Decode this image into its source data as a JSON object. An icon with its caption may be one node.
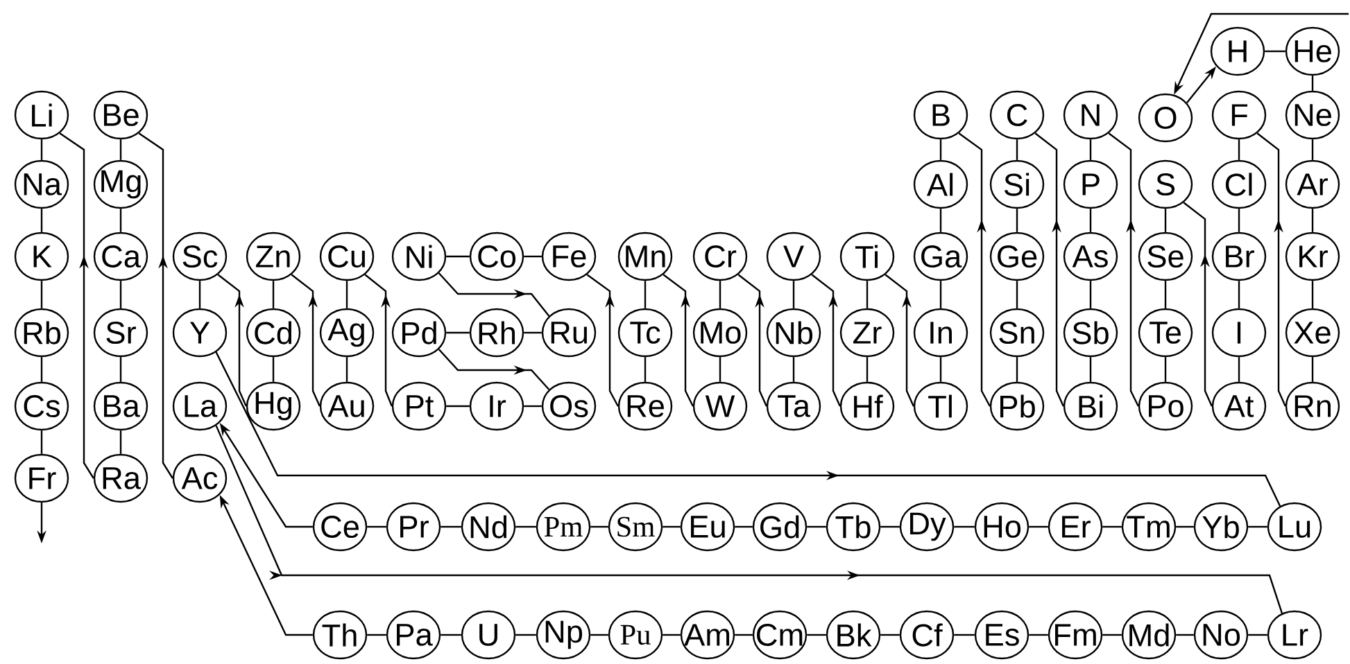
{
  "diagram": {
    "nodes": [
      {
        "text": [
          "H"
        ]
      },
      {
        "text": [
          "He"
        ]
      },
      {
        "text": [
          "Li"
        ]
      },
      {
        "text": [
          "Be"
        ]
      },
      {
        "text": [
          "B"
        ]
      },
      {
        "text": [
          "C"
        ]
      },
      {
        "text": [
          "N"
        ]
      },
      {
        "text": [
          "O"
        ]
      },
      {
        "text": [
          "F"
        ]
      },
      {
        "text": [
          "Ne"
        ]
      },
      {
        "text": [
          "Na"
        ]
      },
      {
        "text": [
          "Mg"
        ]
      },
      {
        "text": [
          "Al"
        ]
      },
      {
        "text": [
          "Si"
        ]
      },
      {
        "text": [
          "P"
        ]
      },
      {
        "text": [
          "S"
        ]
      },
      {
        "text": [
          "Cl"
        ]
      },
      {
        "text": [
          "Ar"
        ]
      },
      {
        "text": [
          "K"
        ]
      },
      {
        "text": [
          "Ca"
        ]
      },
      {
        "text": [
          "Sc"
        ]
      },
      {
        "text": [
          "Zn"
        ]
      },
      {
        "text": [
          "Cu"
        ]
      },
      {
        "text": [
          "Ni"
        ]
      },
      {
        "text": [
          "Co"
        ]
      },
      {
        "text": [
          "Fe"
        ]
      },
      {
        "text": [
          "Mn"
        ]
      },
      {
        "text": [
          "Cr"
        ]
      },
      {
        "text": [
          "V"
        ]
      },
      {
        "text": [
          "Ti"
        ]
      },
      {
        "text": [
          "Ga"
        ]
      },
      {
        "text": [
          "Ge"
        ]
      },
      {
        "text": [
          "As"
        ]
      },
      {
        "text": [
          "Se"
        ]
      },
      {
        "text": [
          "Br"
        ]
      },
      {
        "text": [
          "Kr"
        ]
      },
      {
        "text": [
          "Rb"
        ]
      },
      {
        "text": [
          "Sr"
        ]
      },
      {
        "text": [
          "Y"
        ]
      },
      {
        "text": [
          "Cd"
        ]
      },
      {
        "text": [
          "Ag"
        ]
      },
      {
        "text": [
          "Pd"
        ]
      },
      {
        "text": [
          "Rh"
        ]
      },
      {
        "text": [
          "Ru"
        ]
      },
      {
        "text": [
          "Tc"
        ]
      },
      {
        "text": [
          "Mo"
        ]
      },
      {
        "text": [
          "Nb"
        ]
      },
      {
        "text": [
          "Zr"
        ]
      },
      {
        "text": [
          "In"
        ]
      },
      {
        "text": [
          "Sn"
        ]
      },
      {
        "text": [
          "Sb"
        ]
      },
      {
        "text": [
          "Te"
        ]
      },
      {
        "text": [
          "I"
        ]
      },
      {
        "text": [
          "Xe"
        ]
      },
      {
        "text": [
          "Cs"
        ]
      },
      {
        "text": [
          "Ba"
        ]
      },
      {
        "text": [
          "La"
        ]
      },
      {
        "text": [
          "Hg"
        ]
      },
      {
        "text": [
          "Au"
        ]
      },
      {
        "text": [
          "Pt"
        ]
      },
      {
        "text": [
          "Ir"
        ]
      },
      {
        "text": [
          "Os"
        ]
      },
      {
        "text": [
          "Re"
        ]
      },
      {
        "text": [
          "W"
        ]
      },
      {
        "text": [
          "Ta"
        ]
      },
      {
        "text": [
          "Hf"
        ]
      },
      {
        "text": [
          "Tl"
        ]
      },
      {
        "text": [
          "Pb"
        ]
      },
      {
        "text": [
          "Bi"
        ]
      },
      {
        "text": [
          "Po"
        ]
      },
      {
        "text": [
          "At"
        ]
      },
      {
        "text": [
          "Rn"
        ]
      },
      {
        "text": [
          "Fr"
        ]
      },
      {
        "text": [
          "Ra"
        ]
      },
      {
        "text": [
          "Ac"
        ]
      },
      {
        "text": [
          "Ce"
        ]
      },
      {
        "text": [
          "Pr"
        ]
      },
      {
        "text": [
          "Nd"
        ]
      },
      {
        "text": [
          "Pm"
        ]
      },
      {
        "text": [
          "Sm"
        ]
      },
      {
        "text": [
          "Eu"
        ]
      },
      {
        "text": [
          "Gd"
        ]
      },
      {
        "text": [
          "Tb"
        ]
      },
      {
        "text": [
          "Dy"
        ]
      },
      {
        "text": [
          "Ho"
        ]
      },
      {
        "text": [
          "Er"
        ]
      },
      {
        "text": [
          "Tm"
        ]
      },
      {
        "text": [
          "Yb"
        ]
      },
      {
        "text": [
          "Lu"
        ]
      },
      {
        "text": [
          "Th"
        ]
      },
      {
        "text": [
          "Pa"
        ]
      },
      {
        "text": [
          "U"
        ]
      },
      {
        "text": [
          "Np"
        ]
      },
      {
        "text": [
          "Pu"
        ]
      },
      {
        "text": [
          "Am"
        ]
      },
      {
        "text": [
          "Cm"
        ]
      },
      {
        "text": [
          "Bk"
        ]
      },
      {
        "text": [
          "Cf"
        ]
      },
      {
        "text": [
          "Es"
        ]
      },
      {
        "text": [
          "Fm"
        ]
      },
      {
        "text": [
          "Md"
        ]
      },
      {
        "text": [
          "No"
        ]
      },
      {
        "text": [
          "Lr"
        ]
      }
    ],
    "edges": [
      {
        "from": 0,
        "to": 1,
        "arrow": "none"
      },
      {
        "from": 1,
        "to": 9,
        "arrow": "none"
      },
      {
        "from": 9,
        "to": 17,
        "arrow": "none"
      },
      {
        "from": 17,
        "to": 35,
        "arrow": "none"
      },
      {
        "from": 35,
        "to": 53,
        "arrow": "none"
      },
      {
        "from": 53,
        "to": 71,
        "arrow": "none"
      },
      {
        "from": 8,
        "to": 16,
        "arrow": "none"
      },
      {
        "from": 16,
        "to": 34,
        "arrow": "none"
      },
      {
        "from": 34,
        "to": 52,
        "arrow": "none"
      },
      {
        "from": 52,
        "to": 70,
        "arrow": "none"
      },
      {
        "from": 15,
        "to": 33,
        "arrow": "none"
      },
      {
        "from": 33,
        "to": 51,
        "arrow": "none"
      },
      {
        "from": 51,
        "to": 69,
        "arrow": "none"
      },
      {
        "from": 6,
        "to": 14,
        "arrow": "none"
      },
      {
        "from": 14,
        "to": 32,
        "arrow": "none"
      },
      {
        "from": 32,
        "to": 50,
        "arrow": "none"
      },
      {
        "from": 50,
        "to": 68,
        "arrow": "none"
      },
      {
        "from": 5,
        "to": 13,
        "arrow": "none"
      },
      {
        "from": 13,
        "to": 31,
        "arrow": "none"
      },
      {
        "from": 31,
        "to": 49,
        "arrow": "none"
      },
      {
        "from": 49,
        "to": 67,
        "arrow": "none"
      },
      {
        "from": 4,
        "to": 12,
        "arrow": "none"
      },
      {
        "from": 12,
        "to": 30,
        "arrow": "none"
      },
      {
        "from": 30,
        "to": 48,
        "arrow": "none"
      },
      {
        "from": 48,
        "to": 66,
        "arrow": "none"
      },
      {
        "from": 29,
        "to": 47,
        "arrow": "none"
      },
      {
        "from": 47,
        "to": 65,
        "arrow": "none"
      },
      {
        "from": 28,
        "to": 46,
        "arrow": "none"
      },
      {
        "from": 46,
        "to": 64,
        "arrow": "none"
      },
      {
        "from": 27,
        "to": 45,
        "arrow": "none"
      },
      {
        "from": 45,
        "to": 63,
        "arrow": "none"
      },
      {
        "from": 26,
        "to": 44,
        "arrow": "none"
      },
      {
        "from": 44,
        "to": 62,
        "arrow": "none"
      },
      {
        "from": 23,
        "to": 24,
        "arrow": "none"
      },
      {
        "from": 24,
        "to": 25,
        "arrow": "none"
      },
      {
        "from": 41,
        "to": 42,
        "arrow": "none"
      },
      {
        "from": 42,
        "to": 43,
        "arrow": "none"
      },
      {
        "from": 59,
        "to": 60,
        "arrow": "none"
      },
      {
        "from": 60,
        "to": 61,
        "arrow": "none"
      },
      {
        "from": 22,
        "to": 40,
        "arrow": "none"
      },
      {
        "from": 40,
        "to": 58,
        "arrow": "none"
      },
      {
        "from": 21,
        "to": 39,
        "arrow": "none"
      },
      {
        "from": 39,
        "to": 57,
        "arrow": "none"
      },
      {
        "from": 20,
        "to": 38,
        "arrow": "none"
      },
      {
        "from": 3,
        "to": 11,
        "arrow": "none"
      },
      {
        "from": 11,
        "to": 19,
        "arrow": "none"
      },
      {
        "from": 19,
        "to": 37,
        "arrow": "none"
      },
      {
        "from": 37,
        "to": 55,
        "arrow": "none"
      },
      {
        "from": 55,
        "to": 73,
        "arrow": "none"
      },
      {
        "from": 2,
        "to": 10,
        "arrow": "none"
      },
      {
        "from": 10,
        "to": 18,
        "arrow": "none"
      },
      {
        "from": 18,
        "to": 36,
        "arrow": "none"
      },
      {
        "from": 36,
        "to": 54,
        "arrow": "none"
      },
      {
        "from": 54,
        "to": 72,
        "arrow": "none"
      },
      {
        "from": 75,
        "to": 76,
        "arrow": "none"
      },
      {
        "from": 76,
        "to": 77,
        "arrow": "none"
      },
      {
        "from": 77,
        "to": 78,
        "arrow": "none"
      },
      {
        "from": 78,
        "to": 79,
        "arrow": "none"
      },
      {
        "from": 79,
        "to": 80,
        "arrow": "none"
      },
      {
        "from": 80,
        "to": 81,
        "arrow": "none"
      },
      {
        "from": 81,
        "to": 82,
        "arrow": "none"
      },
      {
        "from": 82,
        "to": 83,
        "arrow": "none"
      },
      {
        "from": 83,
        "to": 84,
        "arrow": "none"
      },
      {
        "from": 84,
        "to": 85,
        "arrow": "none"
      },
      {
        "from": 85,
        "to": 86,
        "arrow": "none"
      },
      {
        "from": 86,
        "to": 87,
        "arrow": "none"
      },
      {
        "from": 87,
        "to": 88,
        "arrow": "none"
      },
      {
        "from": 89,
        "to": 90,
        "arrow": "none"
      },
      {
        "from": 90,
        "to": 91,
        "arrow": "none"
      },
      {
        "from": 91,
        "to": 92,
        "arrow": "none"
      },
      {
        "from": 92,
        "to": 93,
        "arrow": "none"
      },
      {
        "from": 93,
        "to": 94,
        "arrow": "none"
      },
      {
        "from": 94,
        "to": 95,
        "arrow": "none"
      },
      {
        "from": 95,
        "to": 96,
        "arrow": "none"
      },
      {
        "from": 96,
        "to": 97,
        "arrow": "none"
      },
      {
        "from": 97,
        "to": 98,
        "arrow": "none"
      },
      {
        "from": 98,
        "to": 99,
        "arrow": "none"
      },
      {
        "from": 99,
        "to": 100,
        "arrow": "none"
      },
      {
        "from": 100,
        "to": 101,
        "arrow": "none"
      },
      {
        "from": 101,
        "to": 102,
        "arrow": "none"
      },
      {
        "from": 73,
        "to": 2,
        "arrow": "to"
      },
      {
        "from": 74,
        "to": 3,
        "arrow": "to"
      },
      {
        "from": 57,
        "to": 20,
        "arrow": "to"
      },
      {
        "from": 58,
        "to": 21,
        "arrow": "to"
      },
      {
        "from": 59,
        "to": 22,
        "arrow": "to"
      },
      {
        "from": 23,
        "to": 43,
        "arrow": "to"
      },
      {
        "from": 41,
        "to": 61,
        "arrow": "to"
      },
      {
        "from": 62,
        "to": 25,
        "arrow": "to"
      },
      {
        "from": 63,
        "to": 26,
        "arrow": "to"
      },
      {
        "from": 64,
        "to": 27,
        "arrow": "to"
      },
      {
        "from": 65,
        "to": 28,
        "arrow": "to"
      },
      {
        "from": 66,
        "to": 29,
        "arrow": "to"
      },
      {
        "from": 67,
        "to": 4,
        "arrow": "to"
      },
      {
        "from": 68,
        "to": 5,
        "arrow": "to"
      },
      {
        "from": 69,
        "to": 6,
        "arrow": "to"
      },
      {
        "from": 70,
        "to": 15,
        "arrow": "to"
      },
      {
        "from": 71,
        "to": 8,
        "arrow": "to"
      },
      {
        "from": 7,
        "to": 0,
        "arrow": "to"
      },
      {
        "from": null,
        "to": 7,
        "arrow": "to"
      },
      {
        "from": 72,
        "to": null,
        "arrow": "to"
      },
      {
        "from": 38,
        "to": 88,
        "arrow": "to"
      },
      {
        "from": 56,
        "to": 102,
        "arrow": "to"
      },
      {
        "from": 75,
        "to": 56,
        "arrow": "to"
      },
      {
        "from": 89,
        "to": 74,
        "arrow": "to"
      }
    ]
  }
}
